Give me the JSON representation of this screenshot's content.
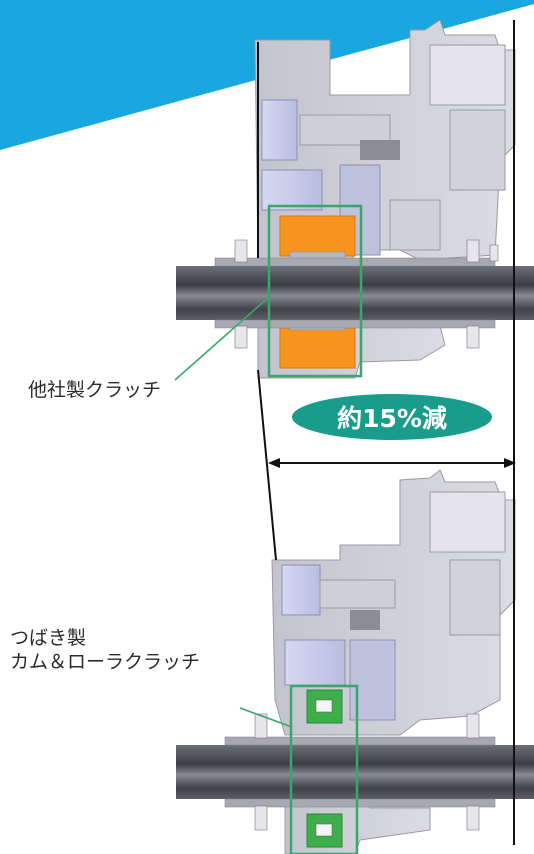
{
  "labels": {
    "competitor_clutch": "他社製クラッチ",
    "tsubaki_line1": "つばき製",
    "tsubaki_line2": "カム＆ローラクラッチ"
  },
  "reduction_badge": "約15%減",
  "colors": {
    "banner": "#1aa7df",
    "badge": "#1a9c8c",
    "highlight_box": "#3aa66a",
    "competitor_clutch": "#f7941d",
    "tsubaki_clutch": "#3dae49",
    "shaft": "#4a4a52",
    "housing": "#c9c9d2"
  }
}
